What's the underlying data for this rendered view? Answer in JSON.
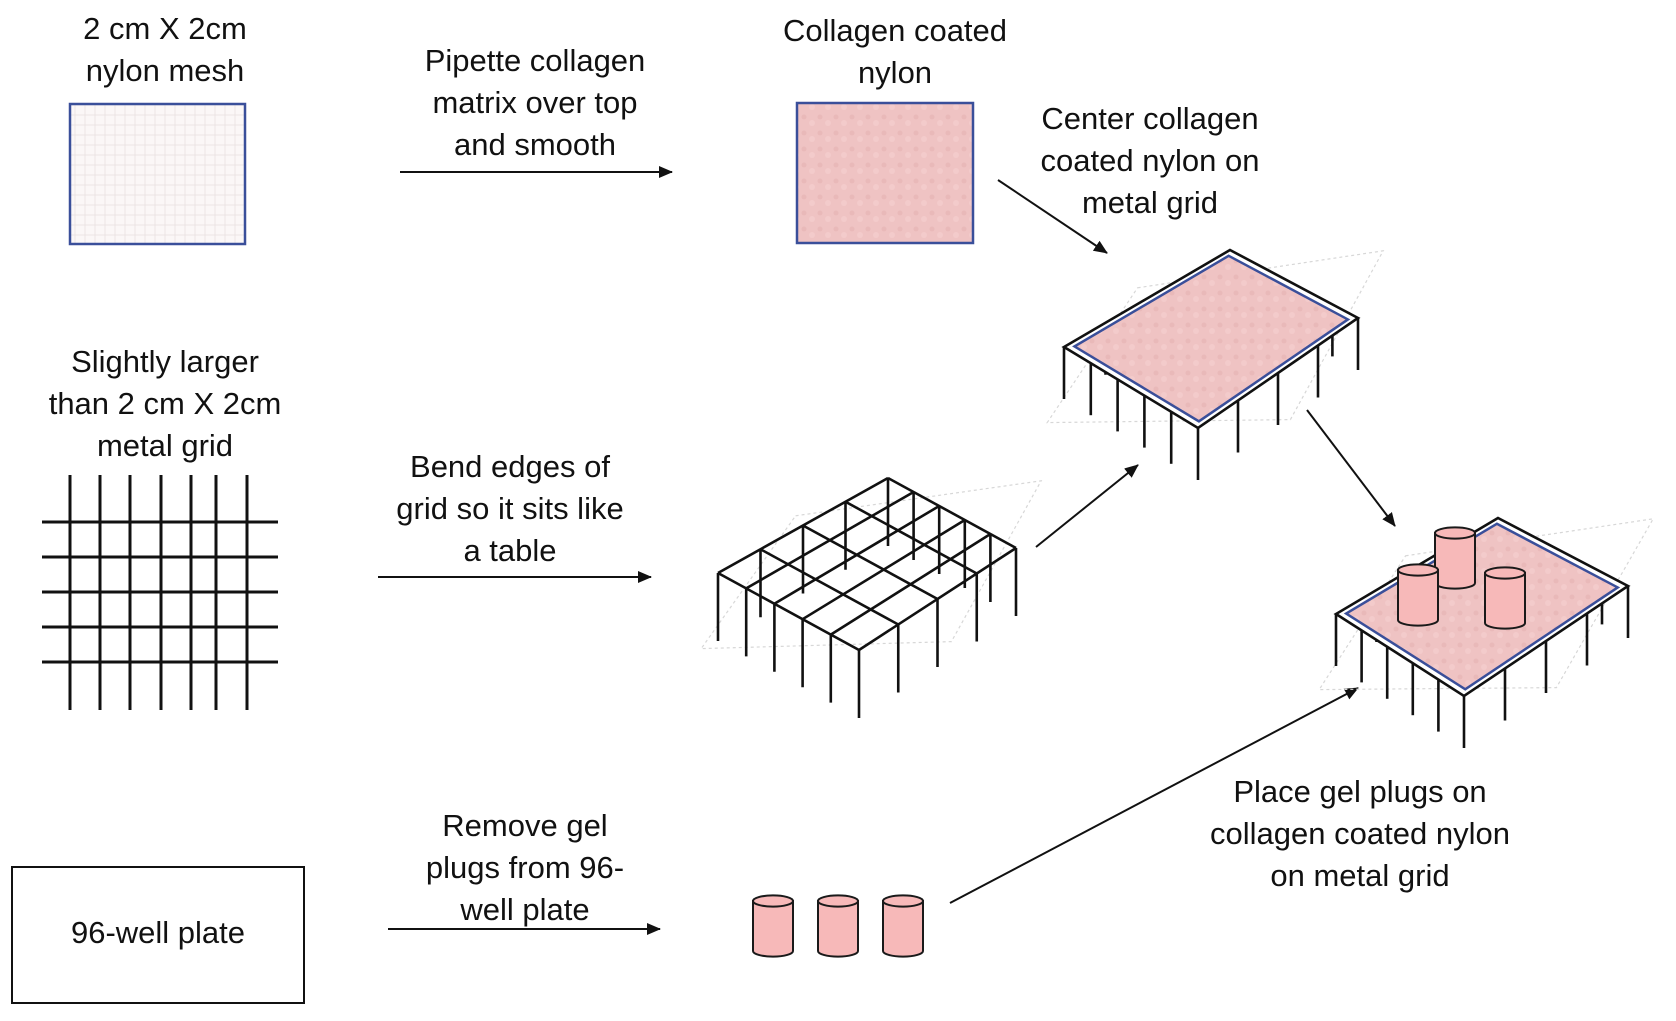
{
  "labels": {
    "nylon_mesh": [
      "2 cm X 2cm",
      "nylon mesh"
    ],
    "pipette_step": [
      "Pipette collagen",
      "matrix over top",
      "and smooth"
    ],
    "collagen_coated": [
      "Collagen coated",
      "nylon"
    ],
    "center_step": [
      "Center collagen",
      "coated nylon on",
      "metal grid"
    ],
    "metal_grid": [
      "Slightly larger",
      "than 2 cm X 2cm",
      "metal grid"
    ],
    "bend_step": [
      "Bend edges of",
      "grid so it sits like",
      "a table"
    ],
    "place_step": [
      "Place gel plugs on",
      "collagen coated nylon",
      "on metal grid"
    ],
    "remove_step": [
      "Remove gel",
      "plugs from 96-",
      "well plate"
    ],
    "well_plate": "96-well plate"
  },
  "colors": {
    "collagen_fill": "#f0c4c4",
    "collagen_border": "#3a4f9a",
    "mesh_border": "#3a4f9a",
    "plug_fill": "#f7b9b9",
    "plug_stroke": "#1a1a1a",
    "line": "#111111"
  },
  "icons": [
    "arrow-icon",
    "grid-icon",
    "gel-plug-icon"
  ]
}
